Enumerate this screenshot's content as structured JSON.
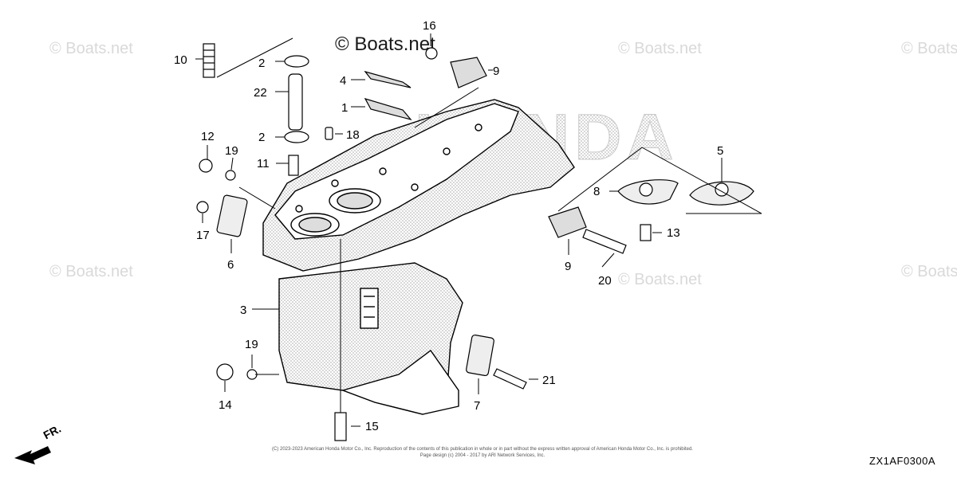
{
  "watermarks": {
    "main": "© Boats.net",
    "faint": "© Boats.net"
  },
  "brand_text": "HONDA",
  "callouts": [
    "1",
    "2",
    "2",
    "3",
    "4",
    "5",
    "6",
    "7",
    "8",
    "9",
    "9",
    "10",
    "11",
    "12",
    "13",
    "14",
    "15",
    "16",
    "17",
    "18",
    "19",
    "19",
    "20",
    "21",
    "22"
  ],
  "direction_label": "FR.",
  "copyright": {
    "line1": "(C) 2023-2023 American Honda Motor Co., Inc. Reproduction of the contents of this publication in whole or in part without the express written approval of American Honda Motor Co., Inc. is prohibited.",
    "line2": "Page design (c) 2004 - 2017 by ARI Network Services, Inc."
  },
  "diagram_code": "ZX1AF0300A"
}
